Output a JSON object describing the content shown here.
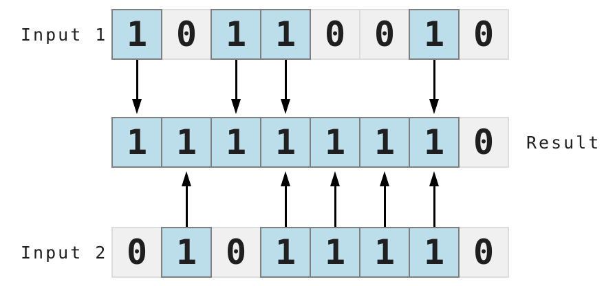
{
  "diagram": {
    "description": "Bitwise OR of two 8-bit inputs",
    "labels": {
      "input1": "Input 1",
      "result": "Result",
      "input2": "Input 2"
    },
    "rows": {
      "input1": {
        "bits": [
          "1",
          "0",
          "1",
          "1",
          "0",
          "0",
          "1",
          "0"
        ]
      },
      "result": {
        "bits": [
          "1",
          "1",
          "1",
          "1",
          "1",
          "1",
          "1",
          "0"
        ]
      },
      "input2": {
        "bits": [
          "0",
          "1",
          "0",
          "1",
          "1",
          "1",
          "1",
          "0"
        ]
      }
    },
    "arrows": {
      "down_from_input1_cells": [
        0,
        2,
        3,
        6
      ],
      "up_from_input2_cells": [
        1,
        3,
        4,
        5,
        6
      ]
    },
    "colors": {
      "one_cell_fill": "#bcdeeb",
      "one_cell_border": "#7f7f7f",
      "zero_cell_fill": "#f0f0f0",
      "zero_cell_border": "#dcdcdc",
      "arrow": "#000000",
      "text": "#1f1f1f",
      "background": "#ffffff"
    }
  }
}
